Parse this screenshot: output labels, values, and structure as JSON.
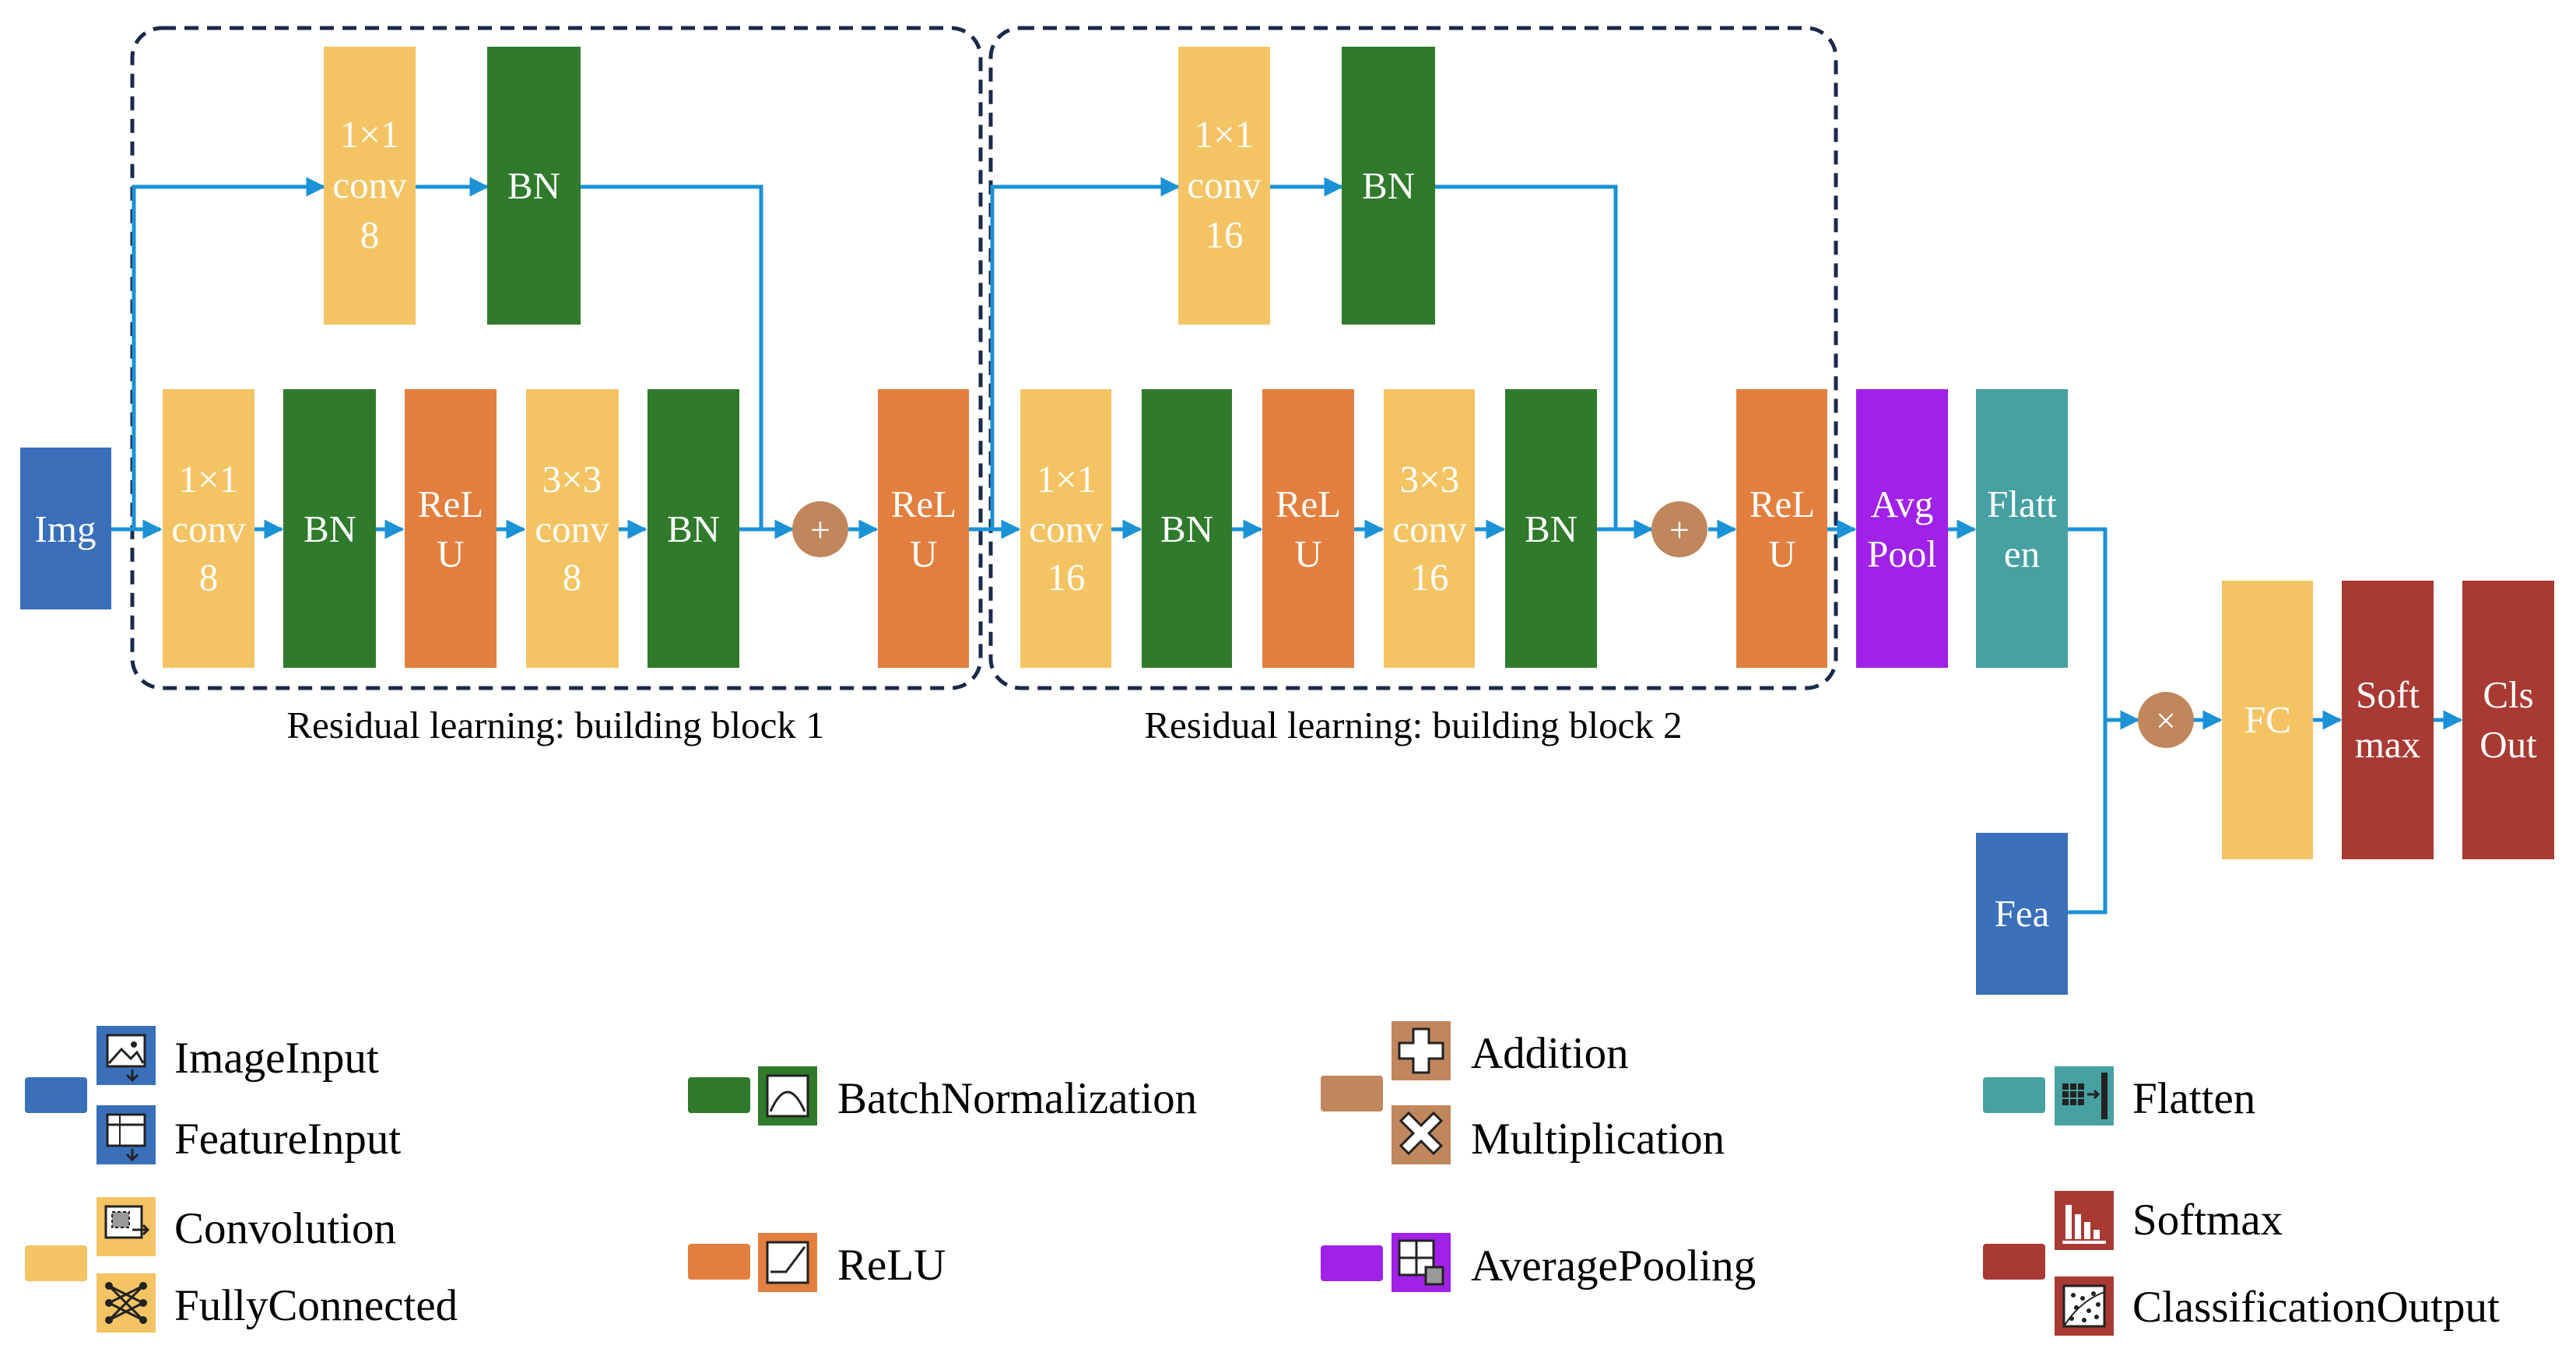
{
  "colors": {
    "input": "#3a6fba",
    "conv": "#f4c464",
    "bn": "#2f7a2b",
    "relu": "#e37f3e",
    "op": "#c0865c",
    "pool": "#a021e7",
    "flatten": "#47a0a2",
    "softmax": "#a83a33",
    "arrow": "#1b92d6",
    "dash": "#1a2a4a"
  },
  "blocks": {
    "img": "Img",
    "b1_short_conv": [
      "1×1",
      "conv",
      "8"
    ],
    "b1_short_bn": "BN",
    "b1_conv1": [
      "1×1",
      "conv",
      "8"
    ],
    "b1_bn1": "BN",
    "b1_relu1": [
      "ReL",
      "U"
    ],
    "b1_conv2": [
      "3×3",
      "conv",
      "8"
    ],
    "b1_bn2": "BN",
    "b1_add": "+",
    "b1_relu_out": [
      "ReL",
      "U"
    ],
    "b2_short_conv": [
      "1×1",
      "conv",
      "16"
    ],
    "b2_short_bn": "BN",
    "b2_conv1": [
      "1×1",
      "conv",
      "16"
    ],
    "b2_bn1": "BN",
    "b2_relu1": [
      "ReL",
      "U"
    ],
    "b2_conv2": [
      "3×3",
      "conv",
      "16"
    ],
    "b2_bn2": "BN",
    "b2_add": "+",
    "b2_relu_out": [
      "ReL",
      "U"
    ],
    "avgpool": [
      "Avg",
      "Pool"
    ],
    "flatten": [
      "Flatt",
      "en"
    ],
    "multiply": "×",
    "fc": "FC",
    "softmax": [
      "Soft",
      "max"
    ],
    "clsout": [
      "Cls",
      "Out"
    ],
    "fea": "Fea"
  },
  "captions": {
    "block1": "Residual learning: building block 1",
    "block2": "Residual learning: building block 2"
  },
  "legend": {
    "image_input": "ImageInput",
    "feature_input": "FeatureInput",
    "convolution": "Convolution",
    "fully_connected": "FullyConnected",
    "batch_normalization": "BatchNormalization",
    "relu": "ReLU",
    "addition": "Addition",
    "multiplication": "Multiplication",
    "average_pooling": "AveragePooling",
    "flatten": "Flatten",
    "softmax": "Softmax",
    "classification_output": "ClassificationOutput"
  }
}
